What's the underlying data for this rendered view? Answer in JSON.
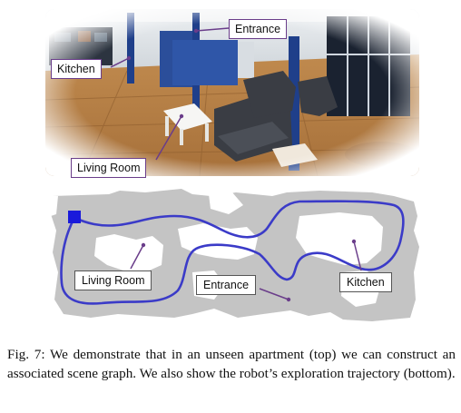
{
  "photo": {
    "labels": {
      "entrance": "Entrance",
      "kitchen": "Kitchen",
      "living_room": "Living Room"
    }
  },
  "map": {
    "labels": {
      "living_room": "Living Room",
      "entrance": "Entrance",
      "kitchen": "Kitchen"
    },
    "colors": {
      "free_space": "#c4c4c4",
      "trajectory": "#3b3bc8",
      "start_marker": "#1a1adb"
    }
  },
  "caption": "Fig. 7: We demonstrate that in an unseen apartment (top) we can construct an associated scene graph. We also show the robot’s exploration trajectory (bottom)."
}
